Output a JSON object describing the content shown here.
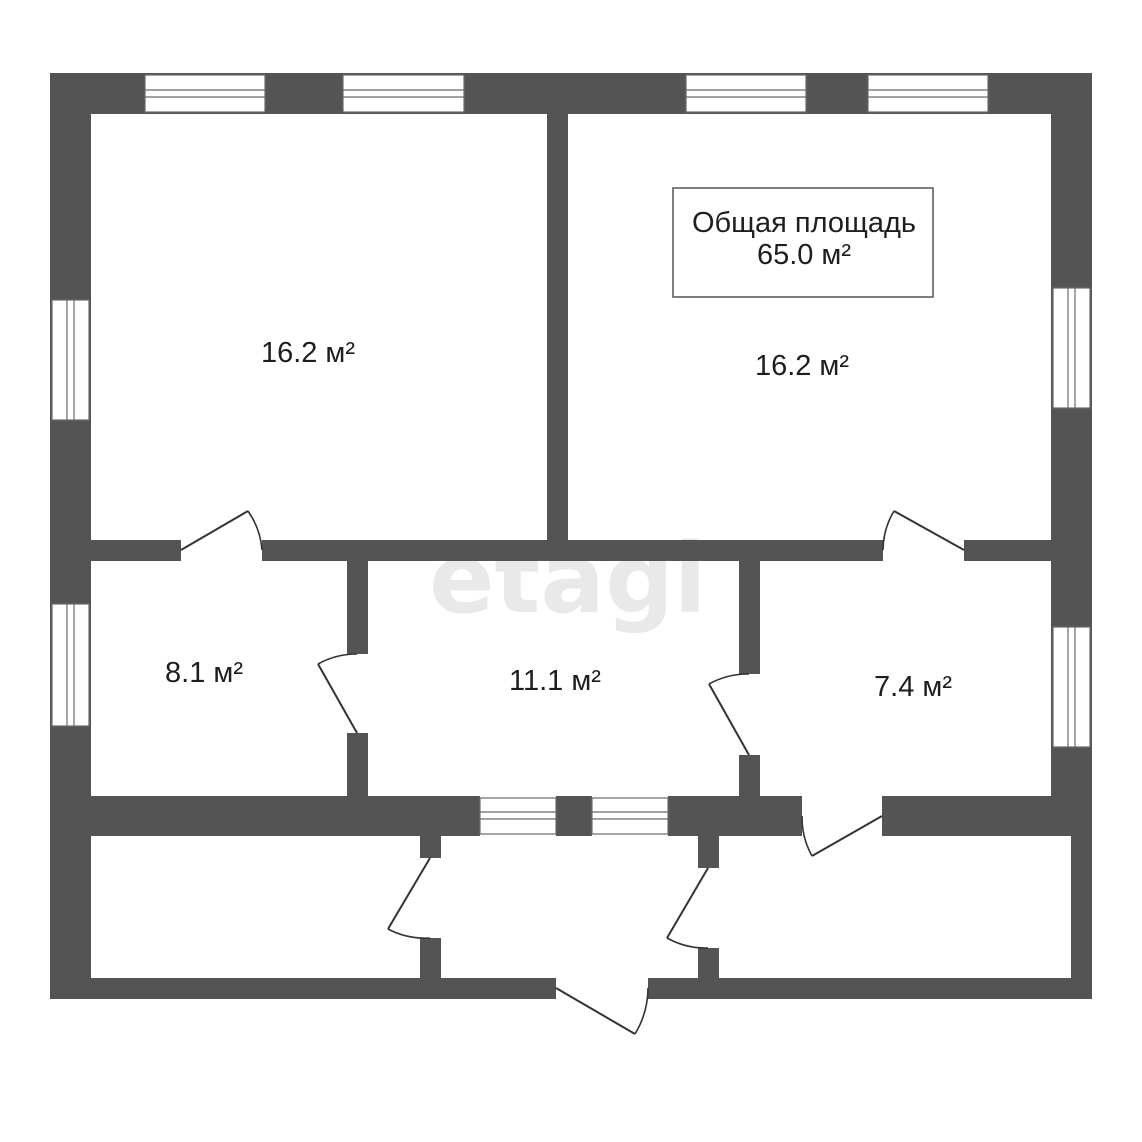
{
  "plan": {
    "total_area_label": "Общая площадь",
    "total_area_value": "65.0 м²",
    "watermark": "etagi",
    "rooms": [
      {
        "id": "room-top-left",
        "area": "16.2 м²"
      },
      {
        "id": "room-top-right",
        "area": "16.2 м²"
      },
      {
        "id": "room-mid-left",
        "area": "8.1 м²"
      },
      {
        "id": "room-mid-center",
        "area": "11.1 м²"
      },
      {
        "id": "room-mid-right",
        "area": "7.4 м²"
      }
    ]
  }
}
